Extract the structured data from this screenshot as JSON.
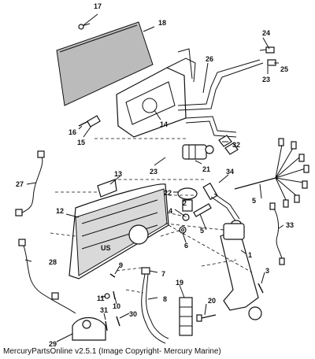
{
  "caption": "MercuryPartsOnline v2.5.1 (Image Copyright- Mercury Marine)",
  "housing_logo": "US",
  "callouts": {
    "c1": "1",
    "c2": "2",
    "c3": "3",
    "c4": "4",
    "c5": "5",
    "c5b": "5",
    "c6": "6",
    "c7": "7",
    "c8": "8",
    "c9": "9",
    "c10": "10",
    "c11": "11",
    "c12": "12",
    "c13": "13",
    "c14": "14",
    "c15": "15",
    "c16": "16",
    "c17": "17",
    "c18": "18",
    "c19": "19",
    "c20": "20",
    "c21": "21",
    "c22": "22",
    "c23": "23",
    "c23b": "23",
    "c24": "24",
    "c25": "25",
    "c26": "26",
    "c27": "27",
    "c28": "28",
    "c29": "29",
    "c30": "30",
    "c31": "31",
    "c32": "32",
    "c33": "33",
    "c34": "34"
  }
}
